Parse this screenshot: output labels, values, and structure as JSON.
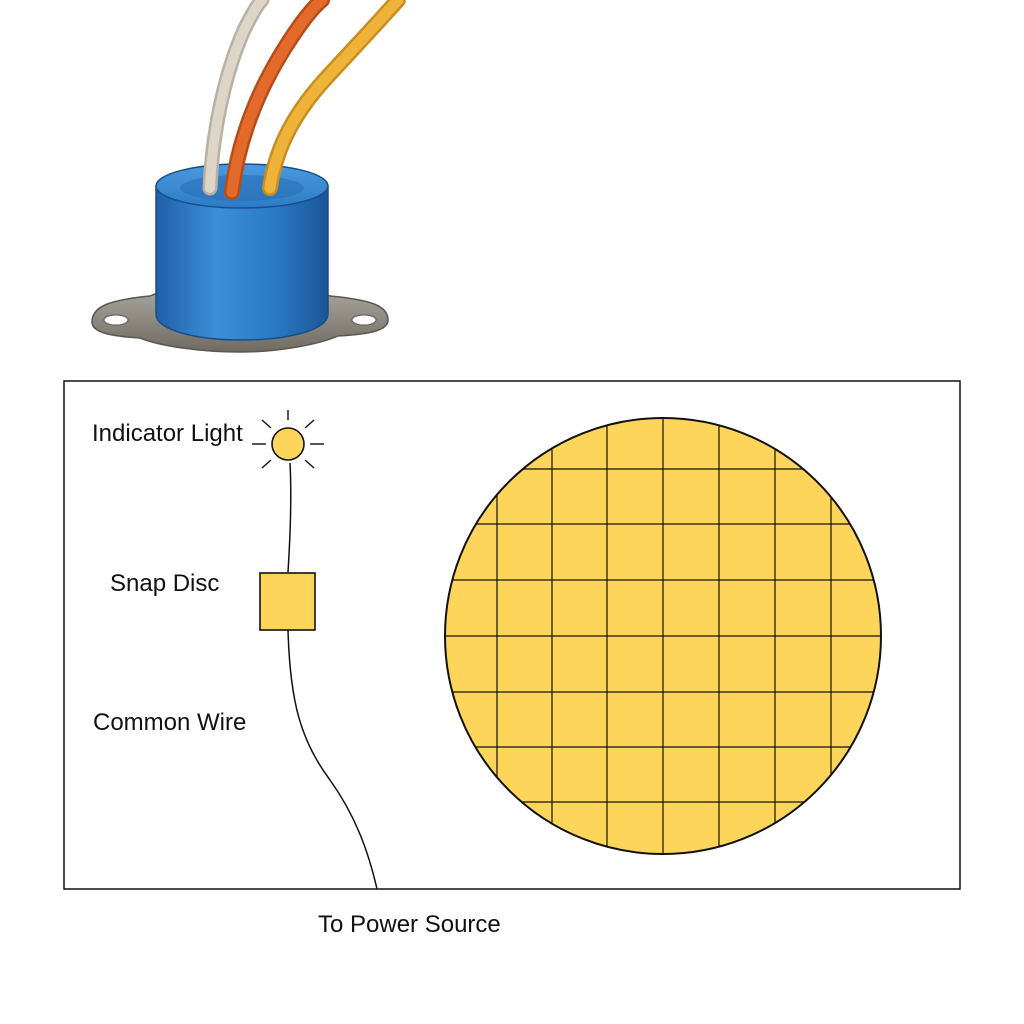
{
  "labels": {
    "indicator_light": "Indicator Light",
    "snap_disc": "Snap Disc",
    "common_wire": "Common Wire",
    "to_power_source": "To Power Source"
  },
  "colors": {
    "component_yellow": "#fcd55a",
    "cup_blue": "#2f7fc9",
    "bracket_gray": "#8c887f",
    "wire_white": "#ddd6c8",
    "wire_orange": "#e36a2a",
    "wire_yellow": "#efb33a",
    "outline": "#111111"
  },
  "icons": {
    "sensor_photo": "thermostat-snap-disc-photo",
    "light": "light-bulb-icon",
    "disc": "snap-disc-square",
    "grid": "yellow-gridded-disc"
  }
}
